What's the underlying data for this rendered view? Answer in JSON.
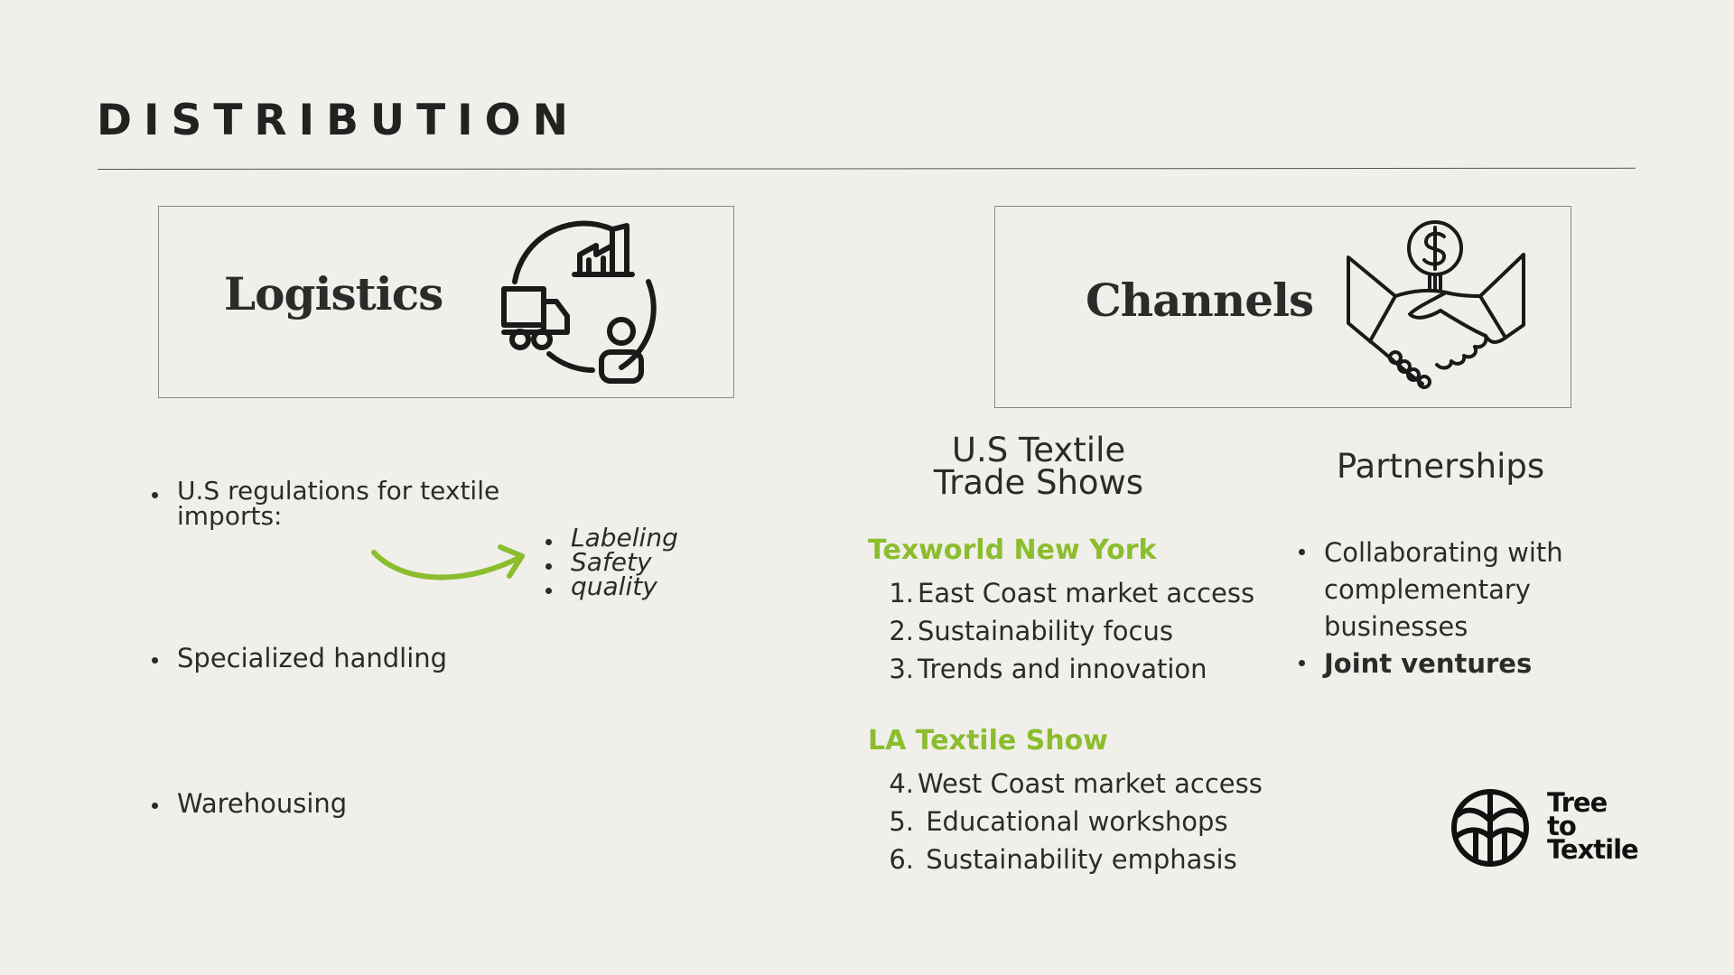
{
  "slide": {
    "title": "DISTRIBUTION"
  },
  "logistics": {
    "card_title": "Logistics",
    "icon": "logistics-cycle-icon",
    "items": [
      "U.S  regulations for textile imports:",
      "Specialized handling",
      "Warehousing"
    ],
    "sub_items": [
      "Labeling",
      "Safety",
      "quality"
    ]
  },
  "channels": {
    "card_title": "Channels",
    "icon": "handshake-dollar-icon",
    "trade_shows": {
      "heading_line1": "U.S Textile",
      "heading_line2": "Trade Shows",
      "shows": [
        {
          "name": "Texworld  New York",
          "items": [
            {
              "num": "1.",
              "text": "East Coast market access"
            },
            {
              "num": "2.",
              "text": "Sustainability focus"
            },
            {
              "num": "3.",
              "text": "Trends and innovation"
            }
          ]
        },
        {
          "name": "LA Textile Show",
          "items": [
            {
              "num": "4.",
              "text": "West Coast market access"
            },
            {
              "num": "5.",
              "text": " Educational workshops"
            },
            {
              "num": "6.",
              "text": " Sustainability emphasis"
            }
          ]
        }
      ]
    },
    "partnerships": {
      "heading": "Partnerships",
      "items": [
        "Collaborating with complementary businesses",
        "Joint ventures"
      ]
    }
  },
  "brand": {
    "logo_icon": "tree-logo-icon",
    "line1": "Tree",
    "line2": "to",
    "line3": "Textile"
  },
  "colors": {
    "background": "#f0efe9",
    "accent_green": "#8bbd2e",
    "text": "#222222"
  }
}
